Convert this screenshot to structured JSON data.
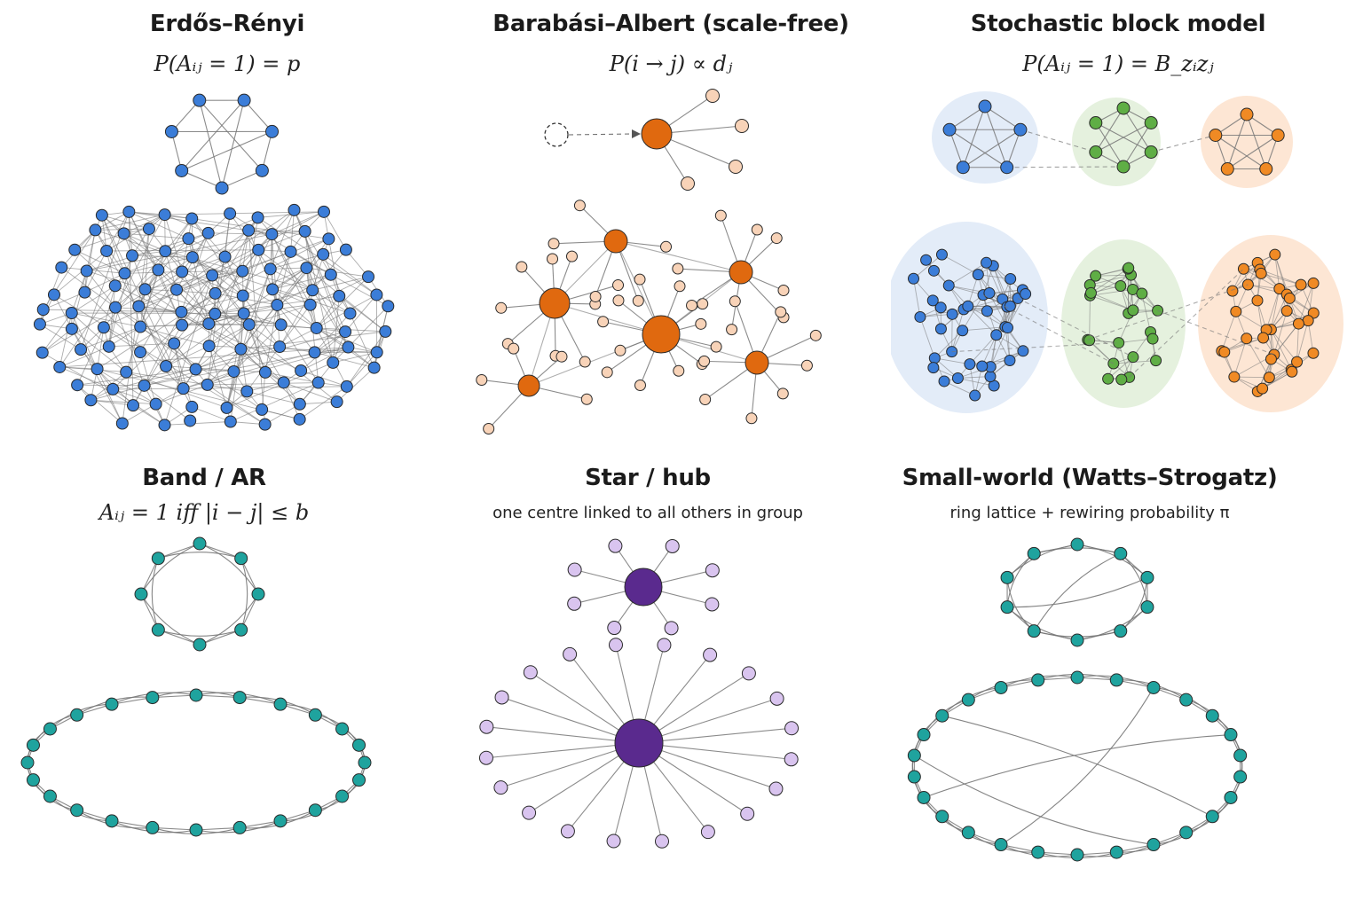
{
  "panels": [
    {
      "title": "Erdős–Rényi",
      "formula": "P(Aᵢⱼ = 1) = p"
    },
    {
      "title": "Barabási–Albert (scale-free)",
      "formula": "P(i → j) ∝ dⱼ"
    },
    {
      "title": "Stochastic block model",
      "formula": "P(Aᵢⱼ = 1) = B_zᵢzⱼ"
    },
    {
      "title": "Band / AR",
      "formula": "Aᵢⱼ = 1  iff  |i − j| ≤ b"
    },
    {
      "title": "Star / hub",
      "subtitle": "one centre linked to all others in group"
    },
    {
      "title": "Small-world (Watts–Strogatz)",
      "subtitle": "ring lattice + rewiring probability π"
    }
  ],
  "colors": {
    "er_node": "#3b7dd8",
    "ba_hub": "#e0690f",
    "ba_leaf": "#f8d3b8",
    "sbm_blue": "#3b7dd8",
    "sbm_green": "#5fae45",
    "sbm_orange": "#f08a24",
    "sbm_blue_bg": "#e3ecf8",
    "sbm_green_bg": "#e5f1de",
    "sbm_orange_bg": "#fde6d4",
    "band_node": "#1fa39e",
    "star_hub": "#5a2a8e",
    "star_leaf": "#d9c4ef",
    "edge": "#777777"
  }
}
